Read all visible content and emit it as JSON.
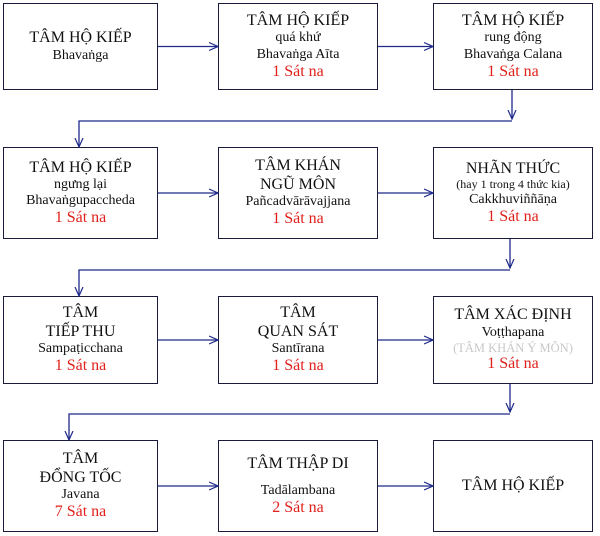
{
  "colors": {
    "box_border": "#1a1a3a",
    "arrow": "#1f2a8a",
    "duration": "#e0201b",
    "muted": "#c8c8c8",
    "text": "#111111"
  },
  "boxes": [
    {
      "name": "bhavanga",
      "lines": [
        {
          "text": "TÂM HỘ KIẾP",
          "style": "t"
        },
        {
          "text": "Bhavaṅga",
          "style": "s"
        }
      ]
    },
    {
      "name": "atita-bhavanga",
      "lines": [
        {
          "text": "TÂM HỘ KIẾP",
          "style": "t"
        },
        {
          "text": "quá khứ",
          "style": "s"
        },
        {
          "text": "Bhavaṅga Aīta",
          "style": "s"
        },
        {
          "text": "1 Sát na",
          "style": "d"
        }
      ]
    },
    {
      "name": "bhavanga-calana",
      "lines": [
        {
          "text": "TÂM HỘ KIẾP",
          "style": "t"
        },
        {
          "text": "rung động",
          "style": "s"
        },
        {
          "text": "Bhavaṅga Calana",
          "style": "s"
        },
        {
          "text": "1 Sát na",
          "style": "d"
        }
      ]
    },
    {
      "name": "bhavangupaccheda",
      "lines": [
        {
          "text": "TÂM HỘ KIẾP",
          "style": "t"
        },
        {
          "text": "ngưng lại",
          "style": "s"
        },
        {
          "text": "Bhavaṅgupaccheda",
          "style": "s"
        },
        {
          "text": "1 Sát na",
          "style": "d"
        }
      ]
    },
    {
      "name": "pancadvaravajjana",
      "lines": [
        {
          "text": "TÂM KHÁN",
          "style": "t"
        },
        {
          "text": "NGŨ MÔN",
          "style": "t"
        },
        {
          "text": "Pañcadvārāvajjana",
          "style": "s"
        },
        {
          "text": "1 Sát na",
          "style": "d"
        }
      ]
    },
    {
      "name": "cakkhuvinnana",
      "lines": [
        {
          "text": "NHÃN THỨC",
          "style": "t"
        },
        {
          "text": "(hay 1 trong 4 thức kia)",
          "style": "xs"
        },
        {
          "text": "Cakkhuviññāṇa",
          "style": "s"
        },
        {
          "text": "1 Sát na",
          "style": "d"
        }
      ]
    },
    {
      "name": "sampaticchana",
      "lines": [
        {
          "text": "TÂM",
          "style": "t"
        },
        {
          "text": "TIẾP THU",
          "style": "t"
        },
        {
          "text": "Sampaṭicchana",
          "style": "s"
        },
        {
          "text": "1 Sát na",
          "style": "d"
        }
      ]
    },
    {
      "name": "santirana",
      "lines": [
        {
          "text": "TÂM",
          "style": "t"
        },
        {
          "text": "QUAN SÁT",
          "style": "t"
        },
        {
          "text": "Santīrana",
          "style": "s"
        },
        {
          "text": "1 Sát na",
          "style": "d"
        }
      ]
    },
    {
      "name": "votthapana",
      "lines": [
        {
          "text": "TÂM XÁC ĐỊNH",
          "style": "t"
        },
        {
          "text": "Voṭṭhapana",
          "style": "s"
        },
        {
          "text": "(TÂM KHÁN Ý MÔN)",
          "style": "g"
        },
        {
          "text": "1 Sát na",
          "style": "d"
        }
      ]
    },
    {
      "name": "javana",
      "lines": [
        {
          "text": "TÂM",
          "style": "t"
        },
        {
          "text": "ĐỔNG TỐC",
          "style": "t"
        },
        {
          "text": "Javana",
          "style": "s"
        },
        {
          "text": "7 Sát na",
          "style": "d"
        }
      ]
    },
    {
      "name": "tadalambana",
      "lines": [
        {
          "text": "TÂM THẬP DI",
          "style": "t"
        },
        {
          "text": "",
          "style": "gap"
        },
        {
          "text": "Tadālambana",
          "style": "s"
        },
        {
          "text": "2 Sát na",
          "style": "d"
        }
      ]
    },
    {
      "name": "bhavanga-final",
      "lines": [
        {
          "text": "TÂM HỘ KIẾP",
          "style": "t"
        }
      ]
    }
  ]
}
